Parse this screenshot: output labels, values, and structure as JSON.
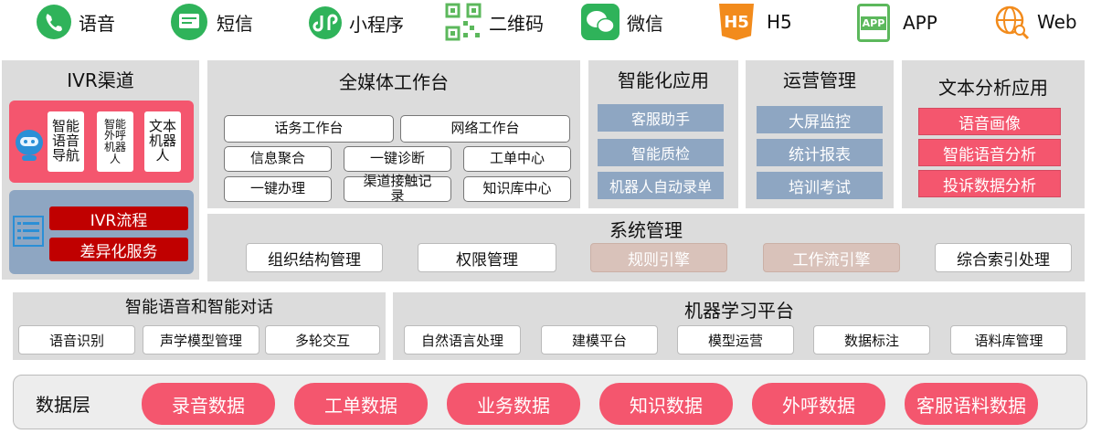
{
  "channels": [
    {
      "label": "语音",
      "icon": "phone-icon"
    },
    {
      "label": "短信",
      "icon": "message-icon"
    },
    {
      "label": "小程序",
      "icon": "mini-program-icon"
    },
    {
      "label": "二维码",
      "icon": "qr-code-icon"
    },
    {
      "label": "微信",
      "icon": "wechat-icon"
    },
    {
      "label": "H5",
      "icon": "h5-icon",
      "icon_text": "H5"
    },
    {
      "label": "APP",
      "icon": "app-icon",
      "icon_text": "APP"
    },
    {
      "label": "Web",
      "icon": "web-globe-icon"
    }
  ],
  "ivr": {
    "title": "IVR渠道",
    "robots": [
      "智能\n语音\n导航",
      "智能\n外呼\n机器\n人",
      "文本\n机器\n人"
    ],
    "flows": [
      "IVR流程",
      "差异化服务"
    ]
  },
  "omni": {
    "title": "全媒体工作台",
    "row1": [
      "话务工作台",
      "网络工作台"
    ],
    "row2": [
      "信息聚合",
      "一键诊断",
      "工单中心"
    ],
    "row3": [
      "一键办理",
      "渠道接触记\n录",
      "知识库中心"
    ]
  },
  "smart_app": {
    "title": "智能化应用",
    "items": [
      "客服助手",
      "智能质检",
      "机器人自动录单"
    ]
  },
  "ops": {
    "title": "运营管理",
    "items": [
      "大屏监控",
      "统计报表",
      "培训考试"
    ]
  },
  "text_analysis": {
    "title": "文本分析应用",
    "items": [
      "语音画像",
      "智能语音分析",
      "投诉数据分析"
    ]
  },
  "sys": {
    "title": "系统管理",
    "items": [
      "组织结构管理",
      "权限管理",
      "规则引擎",
      "工作流引擎",
      "综合索引处理"
    ]
  },
  "voice_dialog": {
    "title": "智能语音和智能对话",
    "items": [
      "语音识别",
      "声学模型管理",
      "多轮交互"
    ]
  },
  "ml": {
    "title": "机器学习平台",
    "items": [
      "自然语言处理",
      "建模平台",
      "模型运营",
      "数据标注",
      "语料库管理"
    ]
  },
  "data_layer": {
    "title": "数据层",
    "items": [
      "录音数据",
      "工单数据",
      "业务数据",
      "知识数据",
      "外呼数据",
      "客服语料数据"
    ]
  },
  "colors": {
    "panel_gray": "#dcdcdc",
    "pink": "#f4566e",
    "blue_gray": "#8ea6c2",
    "dark_red": "#c00000",
    "tan": "#d9c2ba"
  }
}
